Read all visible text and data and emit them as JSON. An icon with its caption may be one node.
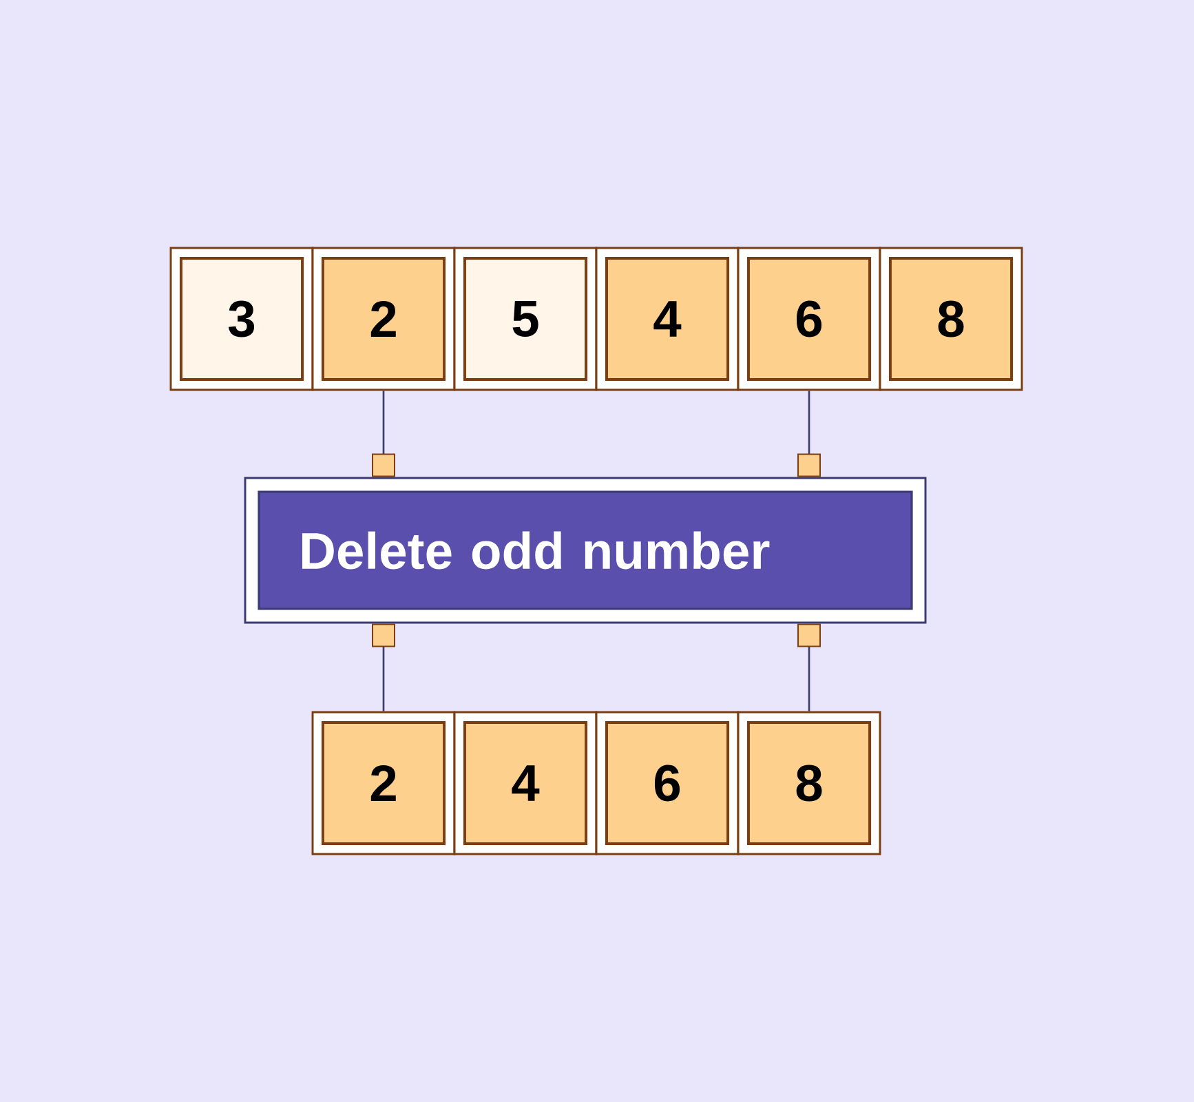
{
  "diagram": {
    "nodes": [
      {
        "text": [
          "3"
        ]
      },
      {
        "text": [
          "2"
        ]
      },
      {
        "text": [
          "5"
        ]
      },
      {
        "text": [
          "4"
        ]
      },
      {
        "text": [
          "6"
        ]
      },
      {
        "text": [
          "8"
        ]
      },
      {
        "text": [
          "Delete odd number"
        ]
      },
      {
        "text": [
          "2"
        ]
      },
      {
        "text": [
          "4"
        ]
      },
      {
        "text": [
          "6"
        ]
      },
      {
        "text": [
          "8"
        ]
      }
    ],
    "edges": [
      {
        "from": 1,
        "to": 6,
        "arrow": "other"
      },
      {
        "from": 4,
        "to": 6,
        "arrow": "other"
      },
      {
        "from": 6,
        "to": 7,
        "arrow": "other"
      },
      {
        "from": 6,
        "to": 10,
        "arrow": "other"
      }
    ]
  }
}
